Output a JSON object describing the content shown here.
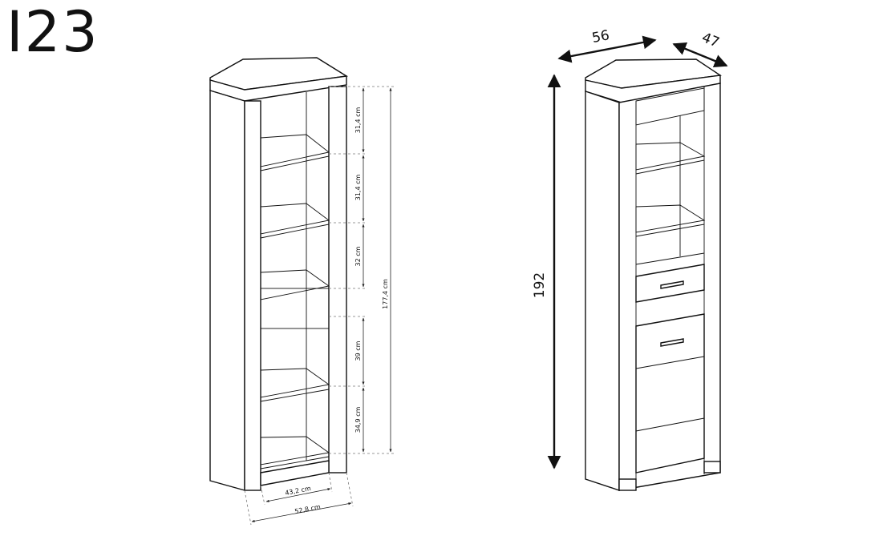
{
  "title": "I23",
  "left_view": {
    "shelf_heights": [
      "31,4 cm",
      "31,4 cm",
      "32 cm",
      "39 cm",
      "34,9 cm"
    ],
    "total_height": "177,4 cm",
    "inner_width": "43,2 cm",
    "outer_width": "52,8 cm"
  },
  "right_view": {
    "height": "192",
    "width": "56",
    "depth": "47"
  }
}
